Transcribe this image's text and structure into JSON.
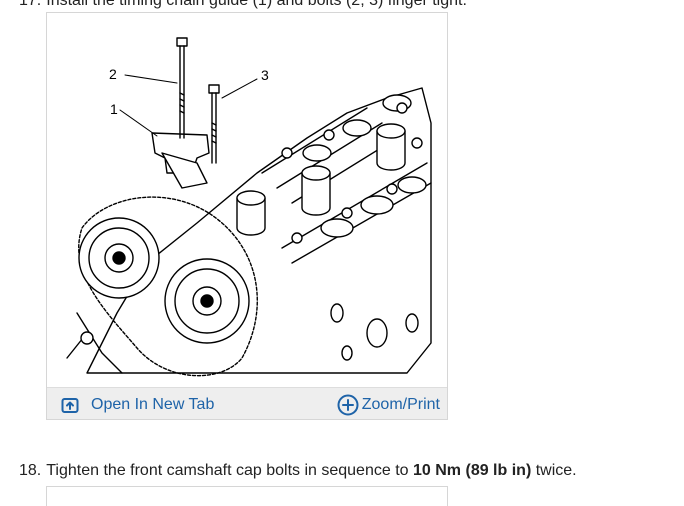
{
  "steps": {
    "step17": {
      "number": "17.",
      "text": "Install the timing chain guide (1) and bolts (2, 3) finger tight."
    },
    "step18": {
      "number": "18.",
      "text_before": "Tighten the front camshaft cap bolts in sequence to",
      "torque_nm": "10 Nm",
      "torque_lbin": "(89 lb in)",
      "text_after": "twice."
    }
  },
  "figure": {
    "callouts": [
      "1",
      "2",
      "3"
    ],
    "toolbar": {
      "open_new_tab": "Open In New Tab",
      "zoom_print": "Zoom/Print"
    }
  },
  "colors": {
    "link": "#1e63a8",
    "toolbar_bg": "#eeeeee",
    "border": "#d6d6d6"
  },
  "icons": {
    "open_new_tab": "open-new-tab-icon",
    "zoom": "zoom-plus-icon"
  }
}
